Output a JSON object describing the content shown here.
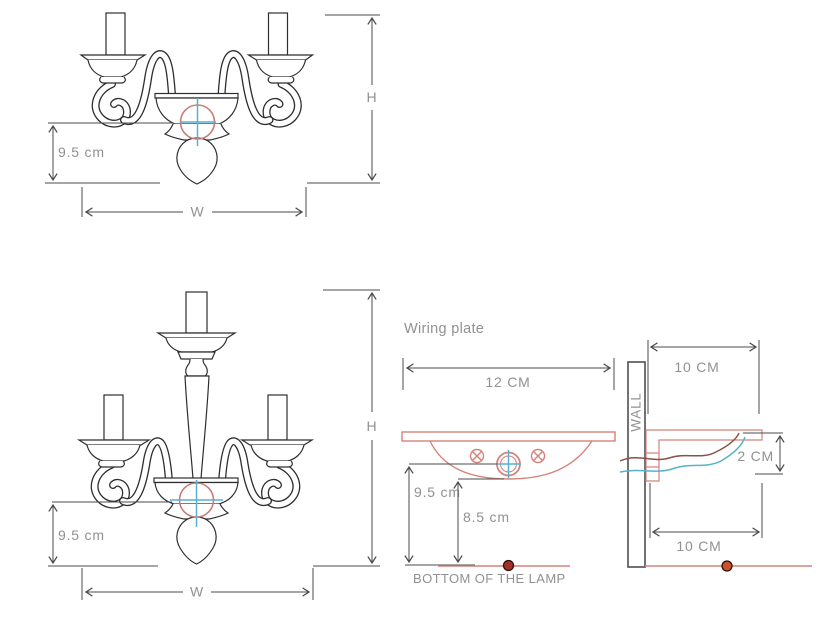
{
  "palette": {
    "lamp_outline": "#2e2e2e",
    "dimension_line": "#4b4b4b",
    "label_gray": "#8f9193",
    "accent_red": "#d4837b",
    "accent_blue": "#58b0cf",
    "wire_teal": "#54b4c0",
    "wire_brown": "#8a5147",
    "dot_left_fill": "#a03326",
    "dot_right_fill": "#c9512f",
    "wall_outline": "#4f4f4f"
  },
  "figures": {
    "two_arm_sconce": {
      "depth": "9.5 cm",
      "width": "W",
      "height": "H"
    },
    "three_arm_sconce": {
      "depth": "9.5 cm",
      "width": "W",
      "height": "H"
    },
    "wiring_plate": {
      "title": "Wiring plate",
      "width": "12 CM",
      "center_height": "9.5 cm",
      "plate_height": "8.5 cm",
      "caption": "BOTTOM OF THE LAMP"
    },
    "side_view": {
      "wall": "WALL",
      "top_depth": "10 CM",
      "thickness": "2 CM",
      "bottom_depth": "10 CM"
    }
  }
}
